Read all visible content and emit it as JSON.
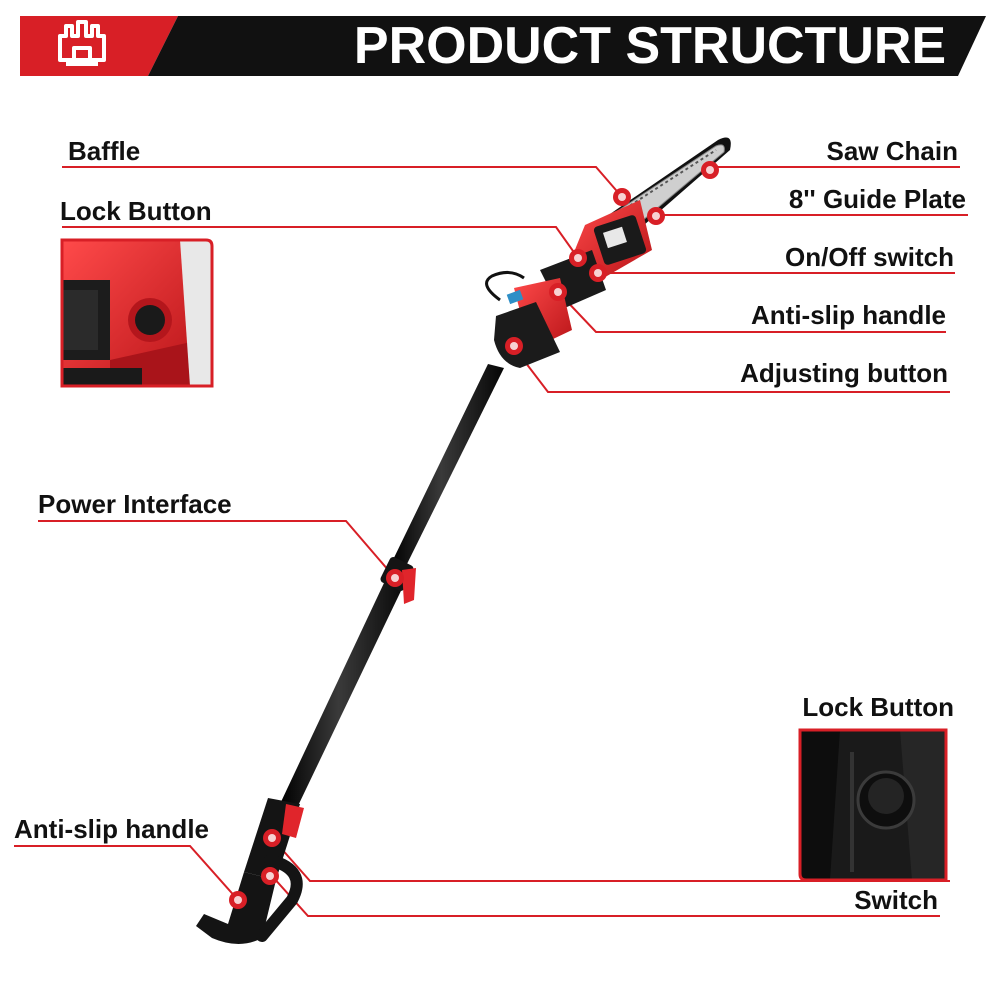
{
  "header": {
    "title": "PRODUCT STRUCTURE",
    "accent_color": "#d81f26",
    "bar_color": "#111111",
    "logo_icon": "castle-logo-icon"
  },
  "callouts": {
    "baffle": "Baffle",
    "lock_button_top": "Lock Button",
    "saw_chain": "Saw Chain",
    "guide_plate": "8'' Guide Plate",
    "on_off_switch": "On/Off switch",
    "anti_slip_handle_top": "Anti-slip handle",
    "adjusting_button": "Adjusting button",
    "power_interface": "Power Interface",
    "lock_button_bottom": "Lock Button",
    "anti_slip_handle_bottom": "Anti-slip handle",
    "switch": "Switch"
  },
  "colors": {
    "leader_line": "#d81f26",
    "tool_red": "#e0252b",
    "tool_black": "#141414"
  }
}
